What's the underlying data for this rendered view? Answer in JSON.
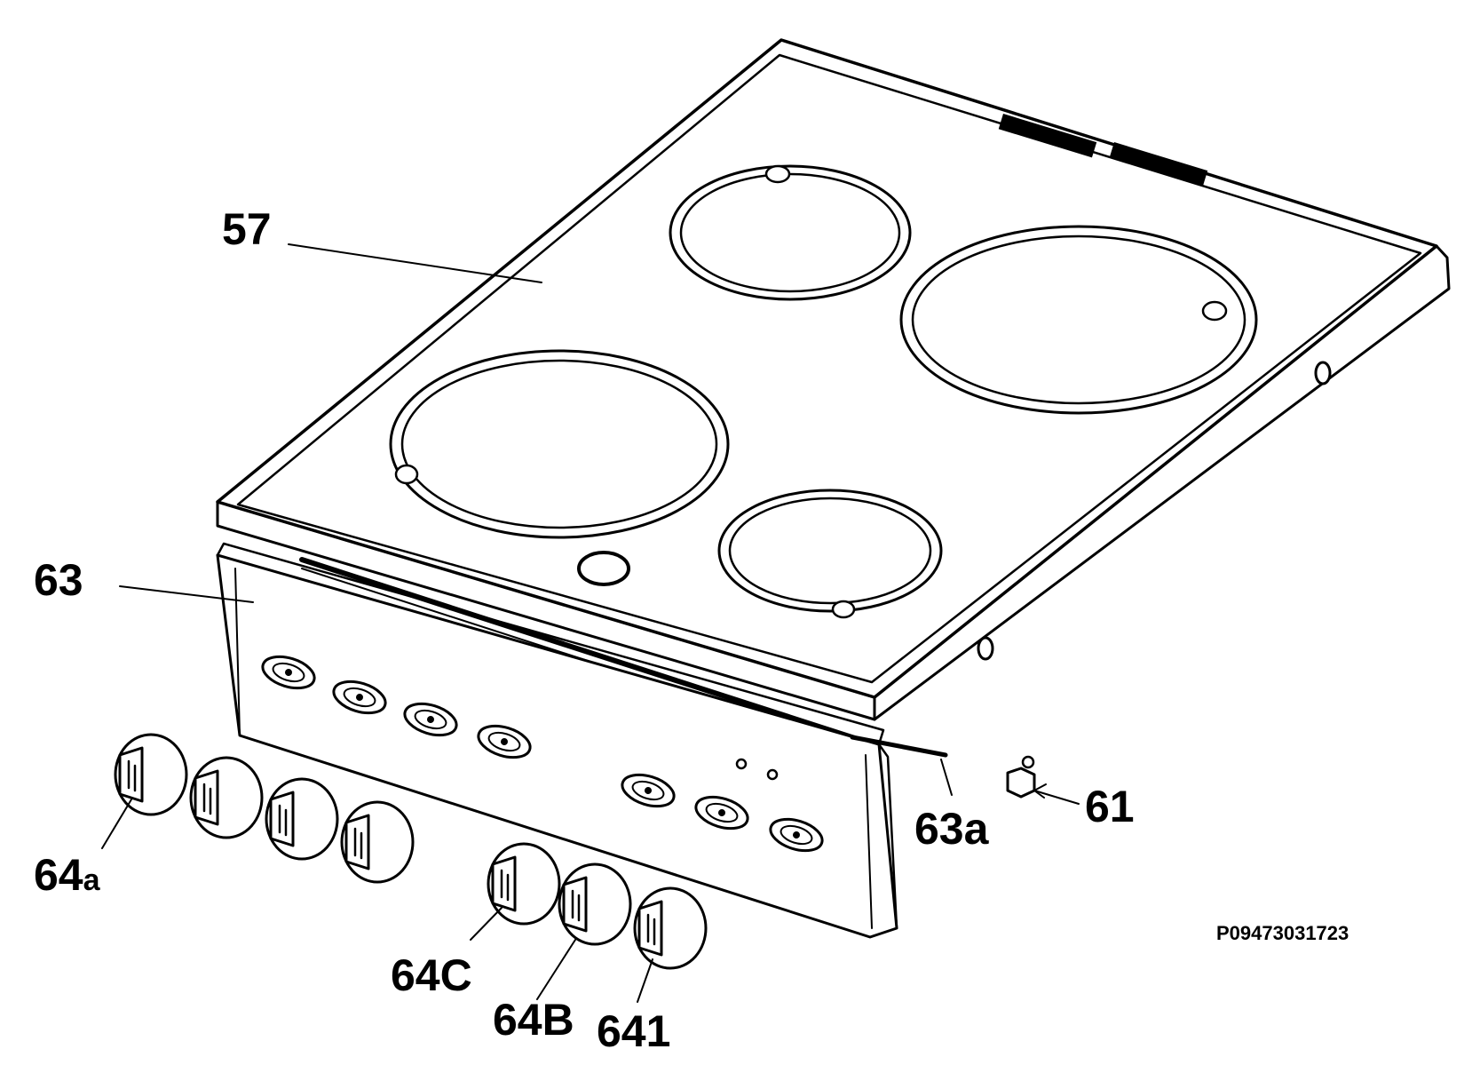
{
  "diagram": {
    "code": "P09473031723",
    "callouts": {
      "hob_top": "57",
      "control_panel": "63",
      "panel_rod": "63a",
      "clip": "61",
      "knob_a": "64",
      "knob_a_suffix": "a",
      "knob_c": "64C",
      "knob_b": "64B",
      "knob_1": "641"
    }
  }
}
